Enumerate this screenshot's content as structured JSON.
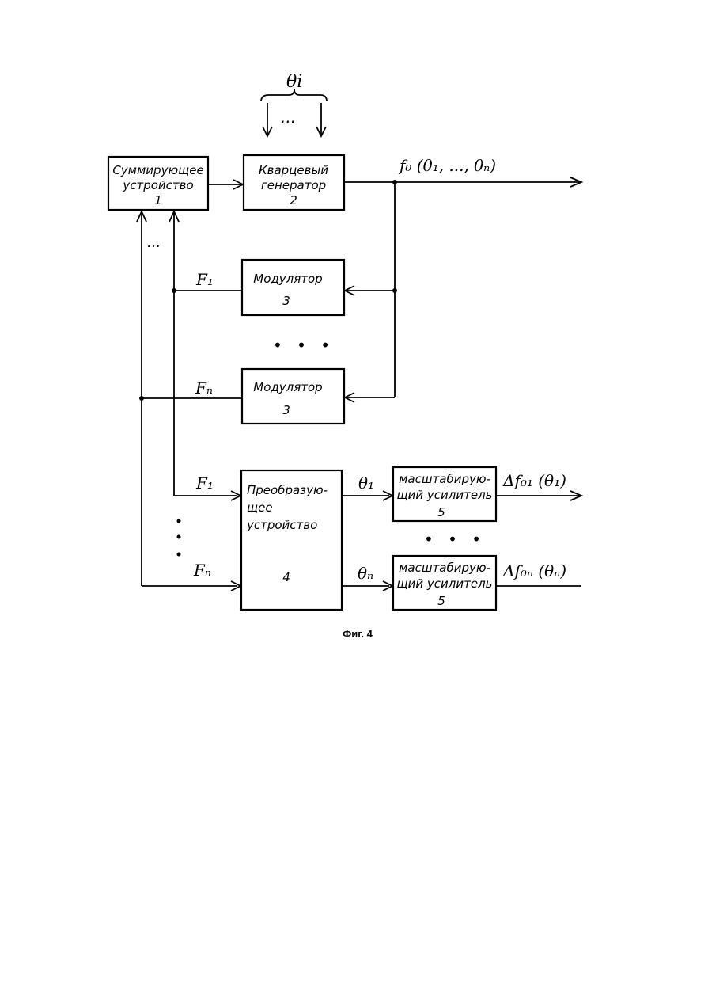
{
  "figure": {
    "caption": "Фиг. 4",
    "theta_i": "θi",
    "ellipsis": "...",
    "dots": "• • •"
  },
  "blocks": {
    "summator": {
      "line1": "Суммирующее",
      "line2": "устройство",
      "num": "1"
    },
    "generator": {
      "line1": "Кварцевый",
      "line2": "генератор",
      "num": "2"
    },
    "modulator1": {
      "line1": "Модулятор",
      "num": "3"
    },
    "modulatorN": {
      "line1": "Модулятор",
      "num": "3"
    },
    "converter": {
      "line1": "Преобразую-",
      "line2": "щее",
      "line3": "устройство",
      "num": "4"
    },
    "amp1": {
      "line1": "масштабирую-",
      "line2": "щий усилитель",
      "num": "5"
    },
    "ampN": {
      "line1": "масштабирую-",
      "line2": "щий усилитель",
      "num": "5"
    }
  },
  "signals": {
    "f0_output": "f₀ (θ₁, ..., θₙ)",
    "F1_top": "F₁",
    "Fn_top": "Fₙ",
    "F1_bottom": "F₁",
    "Fn_bottom": "Fₙ",
    "theta1": "θ₁",
    "thetaN": "θₙ",
    "df01": "Δf₀₁ (θ₁)",
    "df0n": "Δf₀ₙ (θₙ)"
  }
}
